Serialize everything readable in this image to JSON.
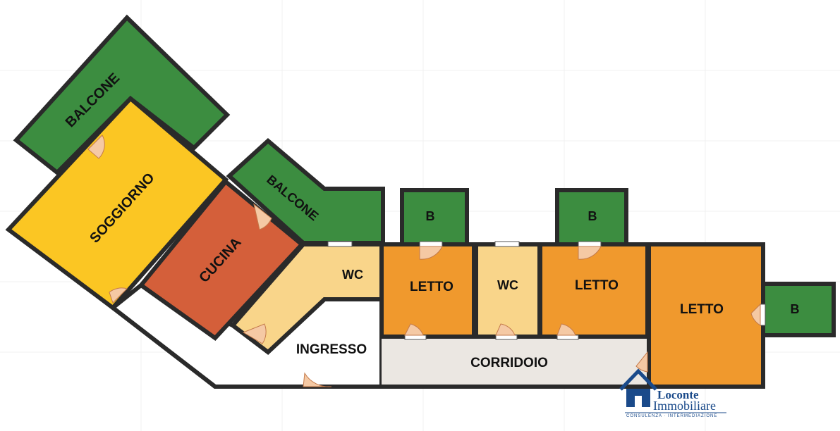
{
  "colors": {
    "balcone": "#3c8d40",
    "soggiorno": "#fbc623",
    "cucina": "#d45f3a",
    "letto": "#f0992d",
    "wc": "#f9d58a",
    "corridoio": "#ebe7e2",
    "ingresso": "#ffffff",
    "wall": "#2a2a2a",
    "logo": "#1a4a8a"
  },
  "rooms": {
    "balcone_top": "BALCONE",
    "balcone_mid": "BALCONE",
    "soggiorno": "SOGGIORNO",
    "cucina": "CUCINA",
    "wc_1": "WC",
    "wc_2": "WC",
    "letto_1": "LETTO",
    "letto_2": "LETTO",
    "letto_3": "LETTO",
    "bagno_1": "B",
    "bagno_2": "B",
    "bagno_3": "B",
    "ingresso": "INGRESSO",
    "corridoio": "CORRIDOIO"
  },
  "logo": {
    "name_line1": "Loconte",
    "name_line2": "Immobiliare",
    "tagline": "CONSULENZA · INTERMEDIAZIONE",
    "icon": "house-icon"
  }
}
